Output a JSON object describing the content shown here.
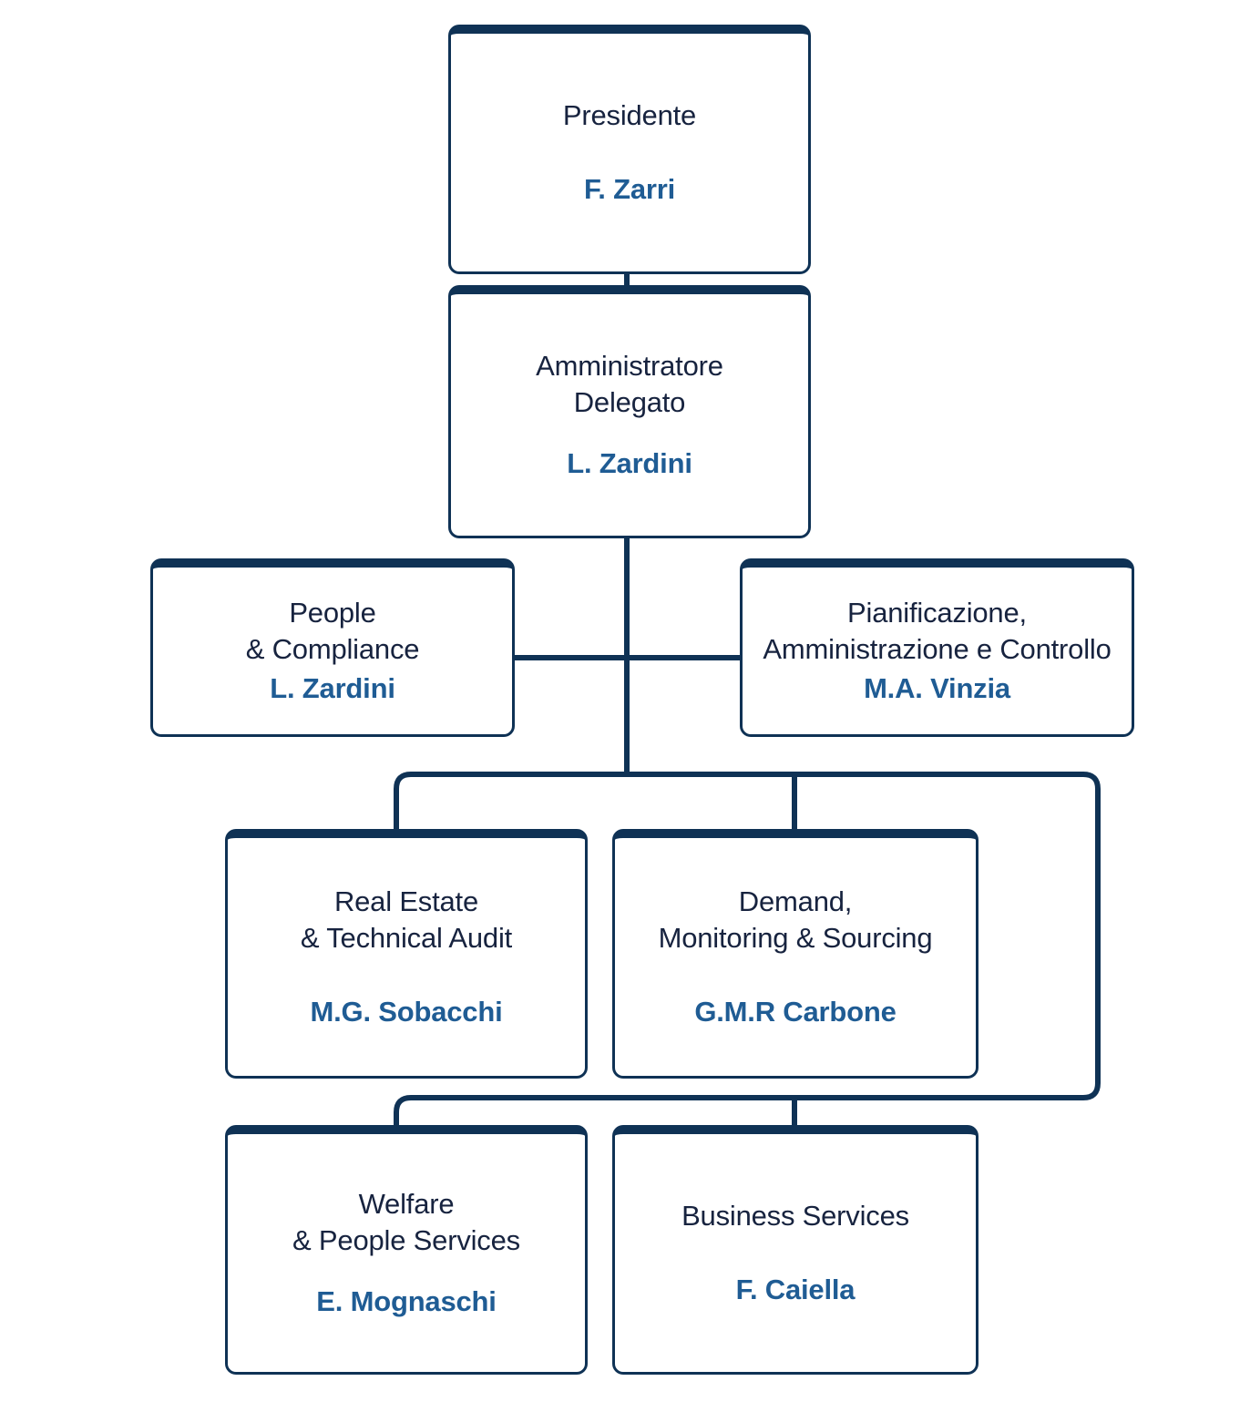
{
  "chart_data": {
    "type": "diagram",
    "diagram_type": "organizational-chart",
    "title": "",
    "language": "it",
    "colors": {
      "box_border": "#0F3255",
      "title_text": "#17233F",
      "person_text": "#1F5C94",
      "connector": "#0F3255",
      "background": "#FFFFFF"
    },
    "levels": [
      {
        "level": 1,
        "nodes": [
          "presidente"
        ]
      },
      {
        "level": 2,
        "nodes": [
          "amministratore"
        ]
      },
      {
        "level": 3,
        "nodes": [
          "people",
          "pianificazione"
        ]
      },
      {
        "level": 4,
        "nodes": [
          "realestate",
          "demand"
        ]
      },
      {
        "level": 5,
        "nodes": [
          "welfare",
          "business"
        ]
      }
    ],
    "edges": [
      {
        "from": "presidente",
        "to": "amministratore"
      },
      {
        "from": "amministratore",
        "to": "people"
      },
      {
        "from": "amministratore",
        "to": "pianificazione"
      },
      {
        "from": "amministratore",
        "to": "realestate"
      },
      {
        "from": "amministratore",
        "to": "demand"
      },
      {
        "from": "amministratore",
        "to": "welfare"
      },
      {
        "from": "amministratore",
        "to": "business"
      }
    ]
  },
  "nodes": {
    "presidente": {
      "title": "Presidente",
      "person": "F. Zarri"
    },
    "amministratore": {
      "title": "Amministratore\nDelegato",
      "person": "L. Zardini"
    },
    "people": {
      "title": "People\n& Compliance",
      "person": "L. Zardini"
    },
    "pianificazione": {
      "title": "Pianificazione,\nAmministrazione e Controllo",
      "person": "M.A. Vinzia"
    },
    "realestate": {
      "title": "Real Estate\n& Technical Audit",
      "person": "M.G. Sobacchi"
    },
    "demand": {
      "title": "Demand,\nMonitoring & Sourcing",
      "person": "G.M.R Carbone"
    },
    "welfare": {
      "title": "Welfare\n& People Services",
      "person": "E. Mognaschi"
    },
    "business": {
      "title": "Business Services",
      "person": "F. Caiella"
    }
  }
}
